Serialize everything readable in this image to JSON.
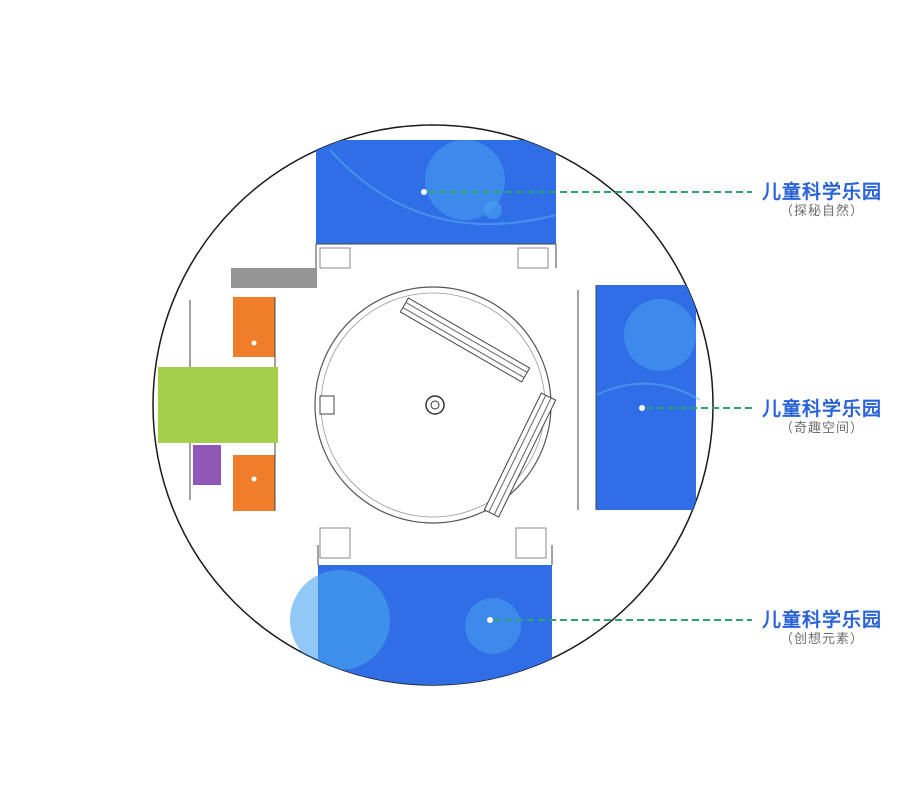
{
  "map": {
    "colors": {
      "zone_blue": "#2f6ee6",
      "zone_blue_light": "#4aa3f0",
      "leader_line": "#2ea36b",
      "label_text": "#2a63d8",
      "green_area": "#a3cf4a",
      "orange_area": "#ef7d2a",
      "purple_area": "#9157b7",
      "outline": "#1a1a1a"
    },
    "zones": [
      {
        "id": "north",
        "title": "儿童科学乐园",
        "subtitle": "（探秘自然）"
      },
      {
        "id": "east",
        "title": "儿童科学乐园",
        "subtitle": "（奇趣空间）"
      },
      {
        "id": "south",
        "title": "儿童科学乐园",
        "subtitle": "（创想元素）"
      }
    ]
  }
}
